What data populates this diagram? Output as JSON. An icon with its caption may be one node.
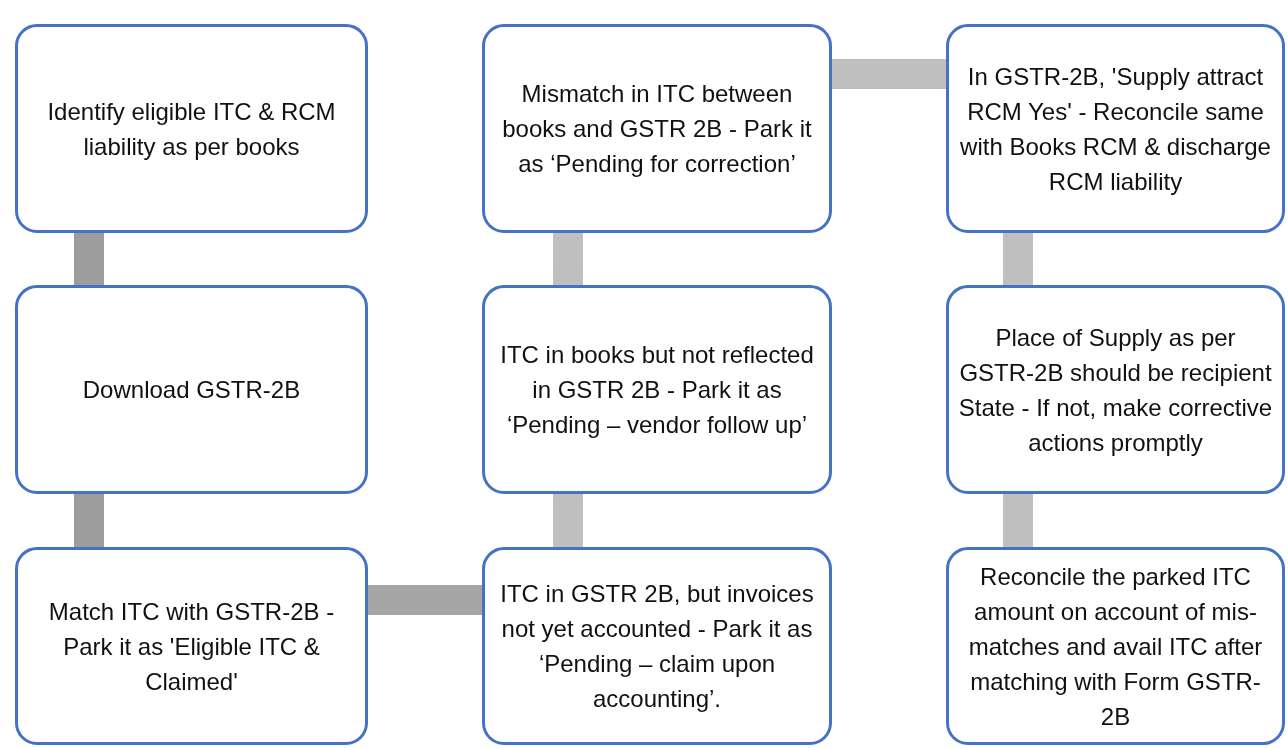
{
  "diagram": {
    "nodes": [
      {
        "text": [
          "Identify eligible ITC & RCM liability as per books"
        ]
      },
      {
        "text": [
          "Download GSTR-2B"
        ]
      },
      {
        "text": [
          "Match ITC with GSTR-2B - Park it as 'Eligible ITC & Claimed'"
        ]
      },
      {
        "text": [
          "ITC in GSTR 2B, but invoices not yet accounted - Park it as ‘Pending – claim upon accounting’."
        ]
      },
      {
        "text": [
          "ITC in books but not reflected in GSTR 2B - Park it as ‘Pending – vendor follow up’"
        ]
      },
      {
        "text": [
          "Mismatch in ITC between books and GSTR 2B - Park it as ‘Pending for correction’"
        ]
      },
      {
        "text": [
          "In GSTR-2B, 'Supply attract RCM Yes' - Reconcile same with Books RCM & discharge RCM liability"
        ]
      },
      {
        "text": [
          "Place of Supply as per GSTR-2B should be recipient State - If not, make corrective actions promptly"
        ]
      },
      {
        "text": [
          "Reconcile the parked ITC amount on account of mis-matches and avail ITC after matching with Form GSTR-2B"
        ]
      }
    ],
    "edges": [
      {
        "from": 0,
        "to": 1,
        "arrow": "none",
        "color": "#9d9d9d"
      },
      {
        "from": 1,
        "to": 2,
        "arrow": "none",
        "color": "#9d9d9d"
      },
      {
        "from": 2,
        "to": 3,
        "arrow": "none",
        "color": "#a6a6a6"
      },
      {
        "from": 3,
        "to": 4,
        "arrow": "none"
      },
      {
        "from": 4,
        "to": 5,
        "arrow": "none"
      },
      {
        "from": 5,
        "to": 6,
        "arrow": "none"
      },
      {
        "from": 6,
        "to": 7,
        "arrow": "none"
      },
      {
        "from": 7,
        "to": 8,
        "arrow": "none"
      }
    ]
  }
}
